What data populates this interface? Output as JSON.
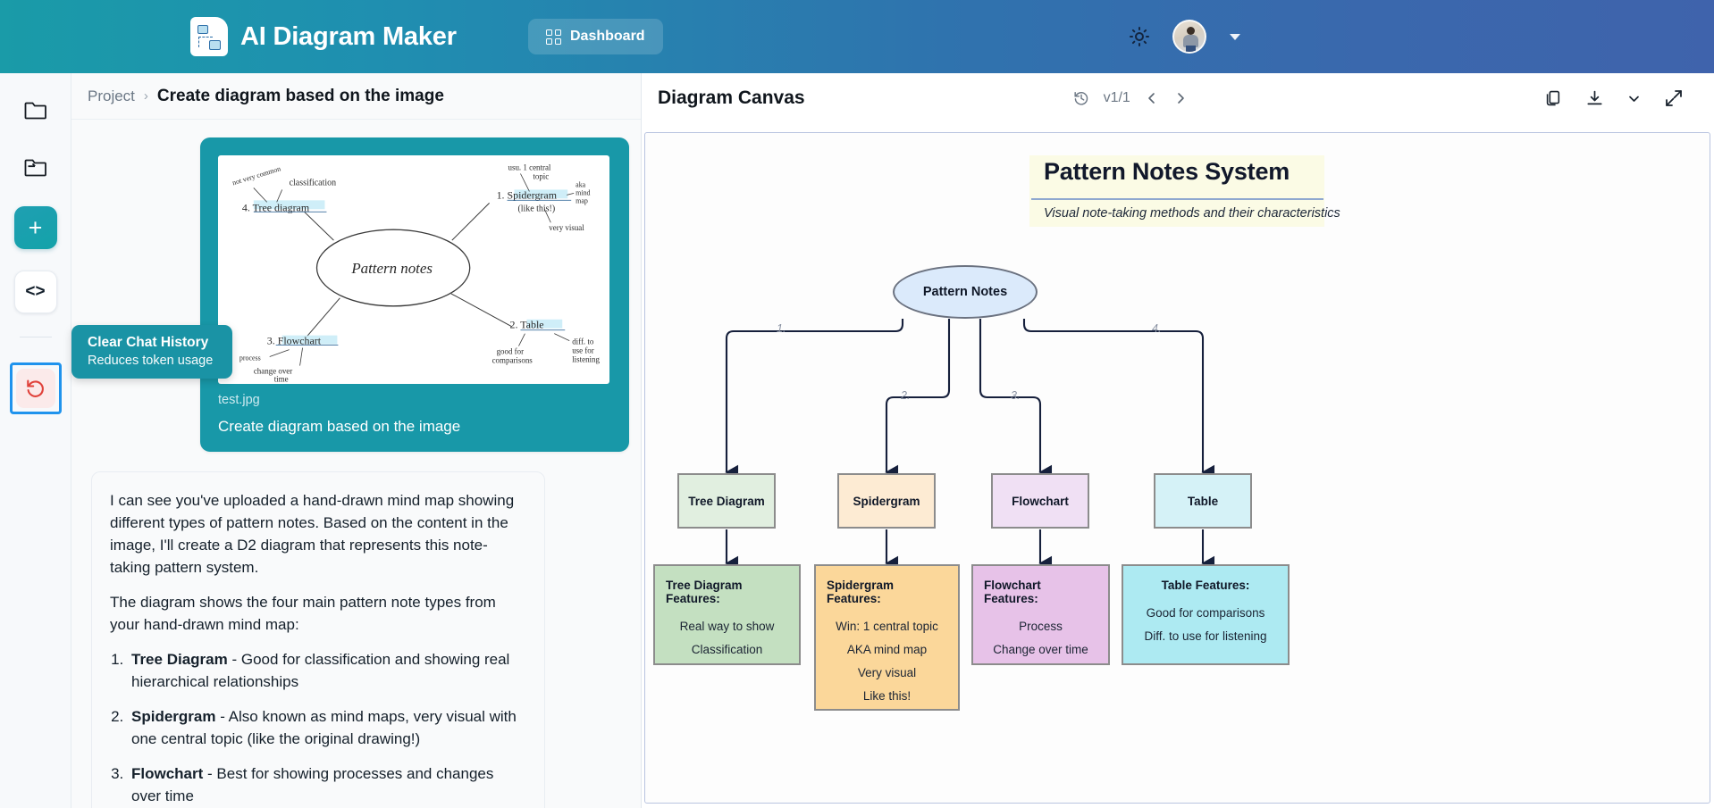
{
  "header": {
    "brand": "AI Diagram Maker",
    "logo_icon": "diagram-document-icon",
    "dashboard_label": "Dashboard",
    "dashboard_icon": "grid-icon",
    "theme_icon": "sun-icon",
    "avatar_icon": "user-avatar",
    "chevron_icon": "chevron-down-icon",
    "gradient_from": "#1a9ba8",
    "gradient_to": "#3f63ac"
  },
  "rail": {
    "items": [
      {
        "icon": "folder-icon",
        "name": "projects"
      },
      {
        "icon": "folder-open-icon",
        "name": "open-project"
      },
      {
        "icon": "plus-icon",
        "name": "new-diagram",
        "label": "+"
      },
      {
        "icon": "code-icon",
        "name": "code-view",
        "label": "<>"
      },
      {
        "icon": "undo-history-icon",
        "name": "clear-chat-history"
      }
    ],
    "accent": "#18a1ad",
    "danger": "#e0413a",
    "focus_outline": "#1f93ed"
  },
  "tooltip": {
    "title": "Clear Chat History",
    "subtitle": "Reduces token usage",
    "bg": "#1a93a5"
  },
  "breadcrumb": {
    "project": "Project",
    "separator": "›",
    "title": "Create diagram based on the image"
  },
  "chat": {
    "user_message": {
      "filename": "test.jpg",
      "text": "Create diagram based on the image",
      "bubble_color": "#1898a8",
      "attachment_alt": "hand-drawn mind map of Pattern notes"
    },
    "attachment_sketch": {
      "center": "Pattern notes",
      "branches": [
        {
          "num": "4.",
          "label": "Tree diagram",
          "notes": [
            "not very common",
            "classification"
          ]
        },
        {
          "num": "1.",
          "label": "Spidergram",
          "notes": [
            "usu. 1 central topic",
            "(like this!)",
            "aka mind map",
            "very visual"
          ]
        },
        {
          "num": "3.",
          "label": "Flowchart",
          "notes": [
            "process",
            "change over time"
          ]
        },
        {
          "num": "2.",
          "label": "Table",
          "notes": [
            "good for comparisons",
            "diff. to use for listening"
          ]
        }
      ]
    },
    "bot_message": {
      "paragraphs": [
        "I can see you've uploaded a hand-drawn mind map showing different types of pattern notes. Based on the content in the image, I'll create a D2 diagram that represents this note-taking pattern system.",
        "The diagram shows the four main pattern note types from your hand-drawn mind map:"
      ],
      "list": [
        {
          "term": "Tree Diagram",
          "desc": " - Good for classification and showing real hierarchical relationships"
        },
        {
          "term": "Spidergram",
          "desc": " - Also known as mind maps, very visual with one central topic (like the original drawing!)"
        },
        {
          "term": "Flowchart",
          "desc": " - Best for showing processes and changes over time"
        }
      ]
    }
  },
  "canvas": {
    "title": "Diagram Canvas",
    "history_icon": "history-clock-icon",
    "version": "v1/1",
    "prev_icon": "chevron-left-icon",
    "next_icon": "chevron-right-icon",
    "copy_icon": "copy-icon",
    "download_icon": "download-icon",
    "download_chevron_icon": "chevron-down-icon",
    "expand_icon": "expand-fullscreen-icon"
  },
  "diagram": {
    "title": "Pattern Notes System",
    "subtitle": "Visual note-taking methods and their characteristics",
    "root": "Pattern Notes",
    "edge_labels": [
      "1.",
      "2.",
      "3.",
      "4."
    ],
    "categories": [
      {
        "name": "Tree Diagram",
        "fill": "#e1efe0"
      },
      {
        "name": "Spidergram",
        "fill": "#fdebd3"
      },
      {
        "name": "Flowchart",
        "fill": "#f0e0f4"
      },
      {
        "name": "Table",
        "fill": "#d5f2f7"
      }
    ],
    "features": [
      {
        "heading": "Tree Diagram Features:",
        "lines": [
          "Real way to show",
          "Classification"
        ],
        "fill": "#c4e0c1"
      },
      {
        "heading": "Spidergram Features:",
        "lines": [
          "Win: 1 central topic",
          "AKA mind map",
          "Very visual",
          "Like this!"
        ],
        "fill": "#fbd79a"
      },
      {
        "heading": "Flowchart Features:",
        "lines": [
          "Process",
          "Change over time"
        ],
        "fill": "#e7c2e8"
      },
      {
        "heading": "Table Features:",
        "lines": [
          "Good for comparisons",
          "Diff. to use for listening"
        ],
        "fill": "#adeaf2"
      }
    ]
  }
}
